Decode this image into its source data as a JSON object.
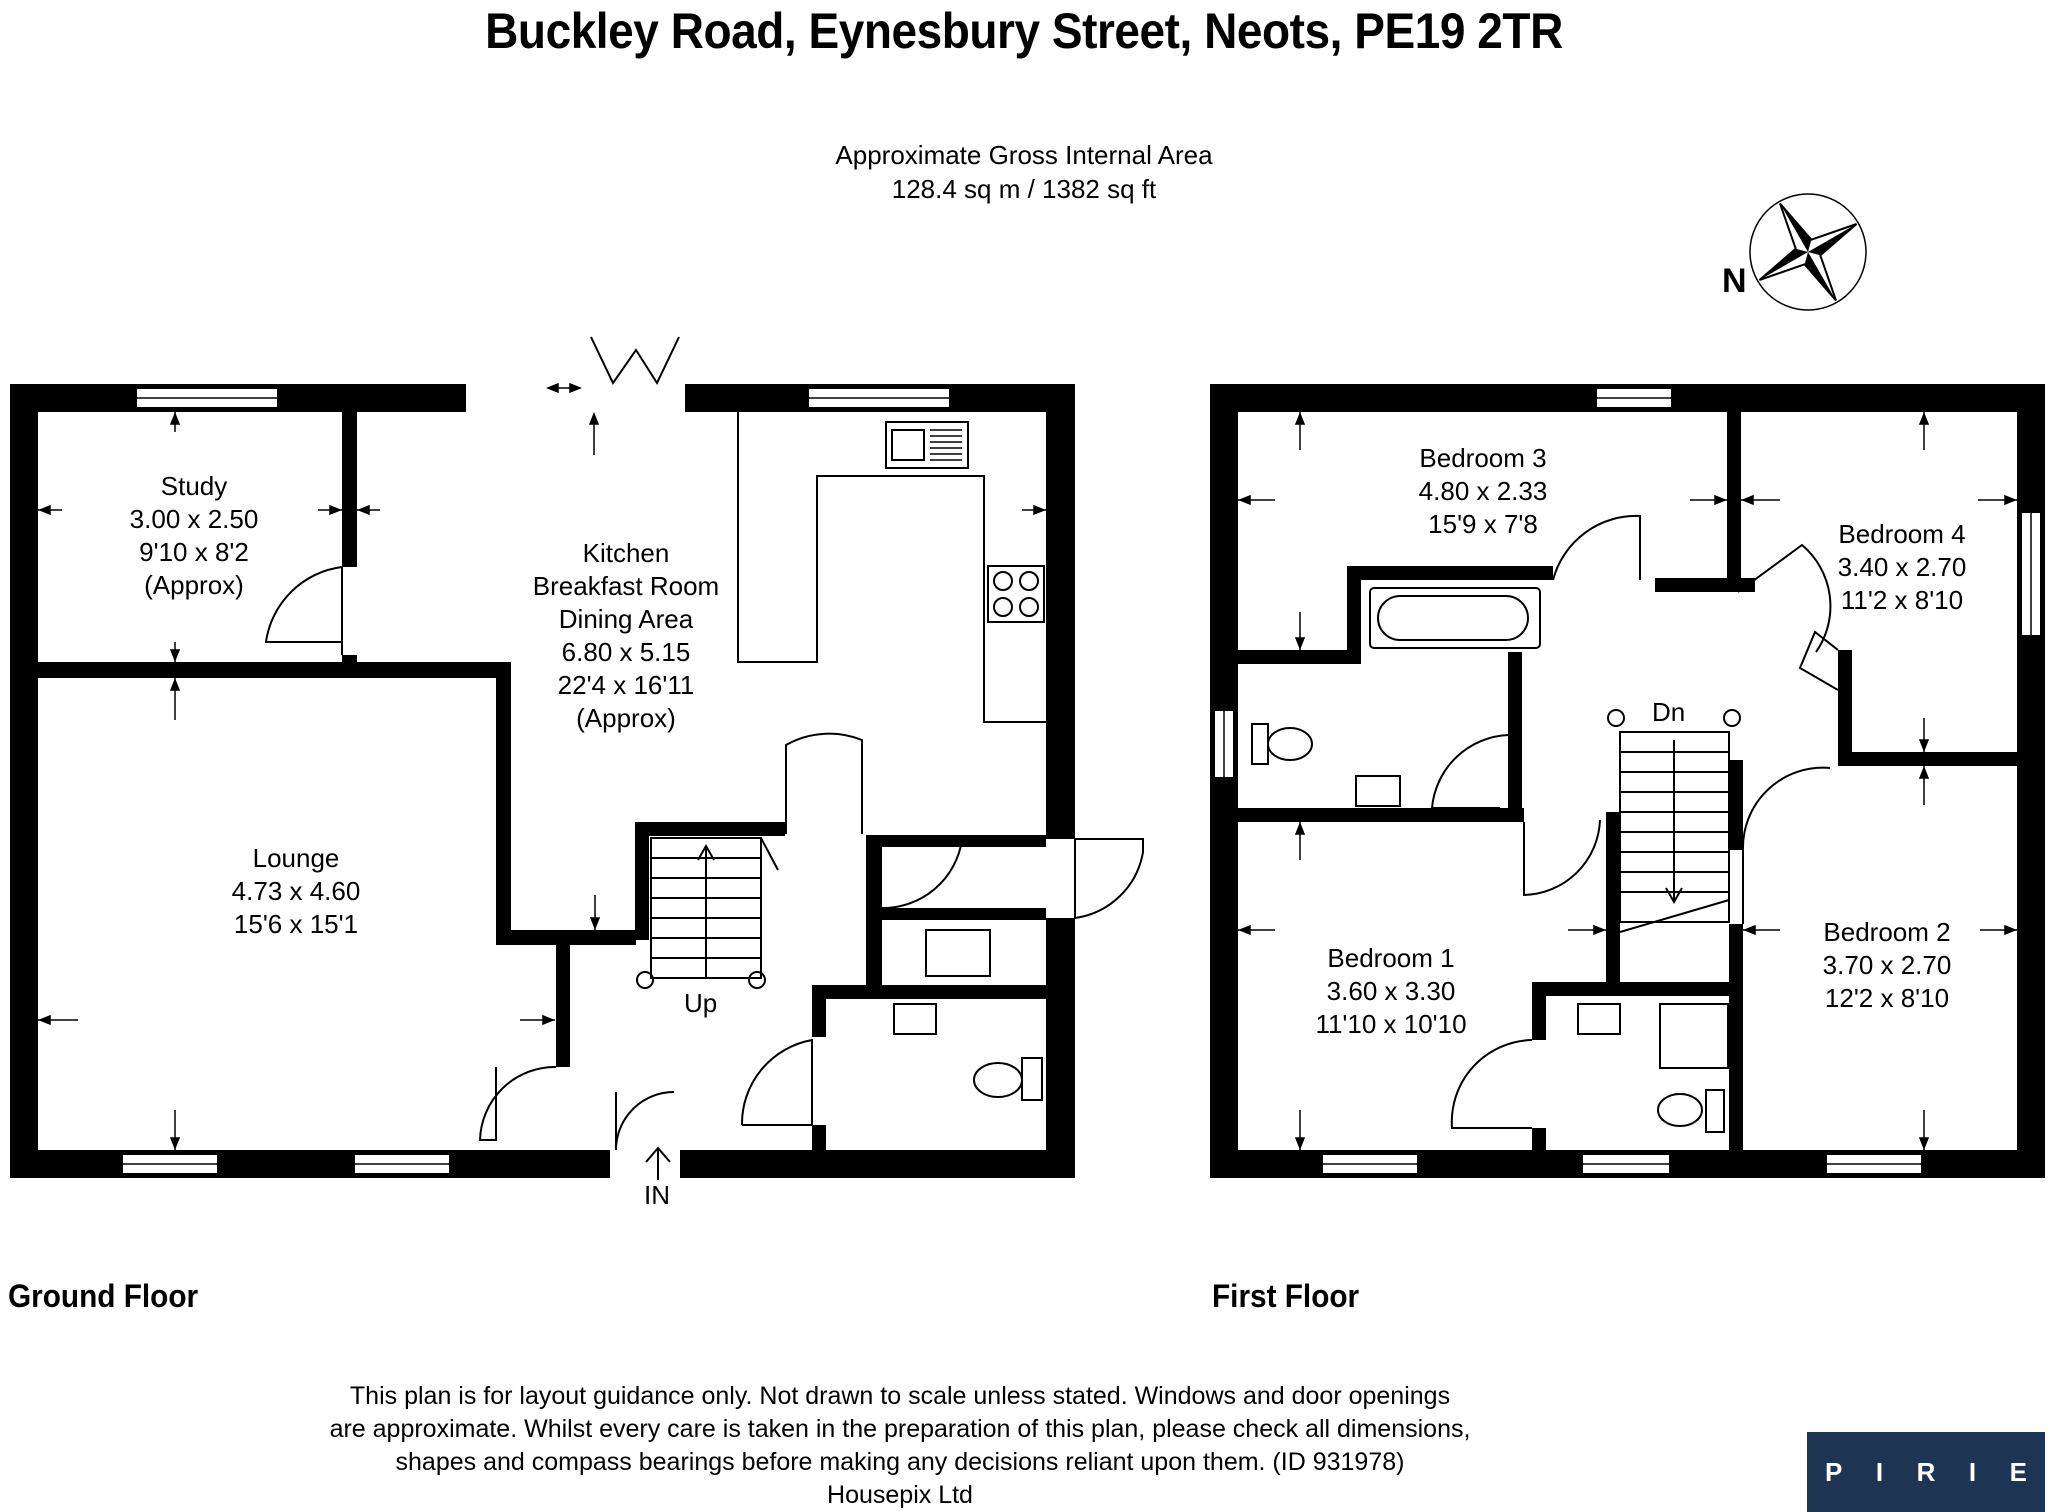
{
  "title": "Buckley Road, Eynesbury Street, Neots, PE19 2TR",
  "area": {
    "line1": "Approximate Gross Internal Area",
    "line2": "128.4 sq m / 1382 sq ft"
  },
  "compass_label": "N",
  "floors": {
    "ground": "Ground Floor",
    "first": "First Floor"
  },
  "rooms": {
    "study": [
      "Study",
      "3.00 x 2.50",
      "9'10 x 8'2",
      "(Approx)"
    ],
    "kitchen": [
      "Kitchen",
      "Breakfast Room",
      "Dining Area",
      "6.80 x 5.15",
      "22'4 x 16'11",
      "(Approx)"
    ],
    "lounge": [
      "Lounge",
      "4.73 x 4.60",
      "15'6 x 15'1"
    ],
    "bedroom3": [
      "Bedroom 3",
      "4.80 x 2.33",
      "15'9 x 7'8"
    ],
    "bedroom4": [
      "Bedroom 4",
      "3.40 x 2.70",
      "11'2 x 8'10"
    ],
    "bedroom1": [
      "Bedroom 1",
      "3.60 x 3.30",
      "11'10 x 10'10"
    ],
    "bedroom2": [
      "Bedroom 2",
      "3.70 x 2.70",
      "12'2 x 8'10"
    ]
  },
  "stairs": {
    "up": "Up",
    "down": "Dn"
  },
  "entrance": "IN",
  "disclaimer": [
    "This plan is for layout guidance only. Not drawn to scale unless stated. Windows and door openings",
    "are approximate. Whilst every care is taken in the preparation of this plan, please check all dimensions,",
    "shapes and compass bearings before making any decisions reliant upon them. (ID 931978)",
    "Housepix Ltd"
  ],
  "logo": [
    "P",
    "I",
    "R",
    "I",
    "E"
  ],
  "colors": {
    "wall": "#000000",
    "logo_bg": "#1d3553",
    "logo_text": "#ffffff"
  }
}
